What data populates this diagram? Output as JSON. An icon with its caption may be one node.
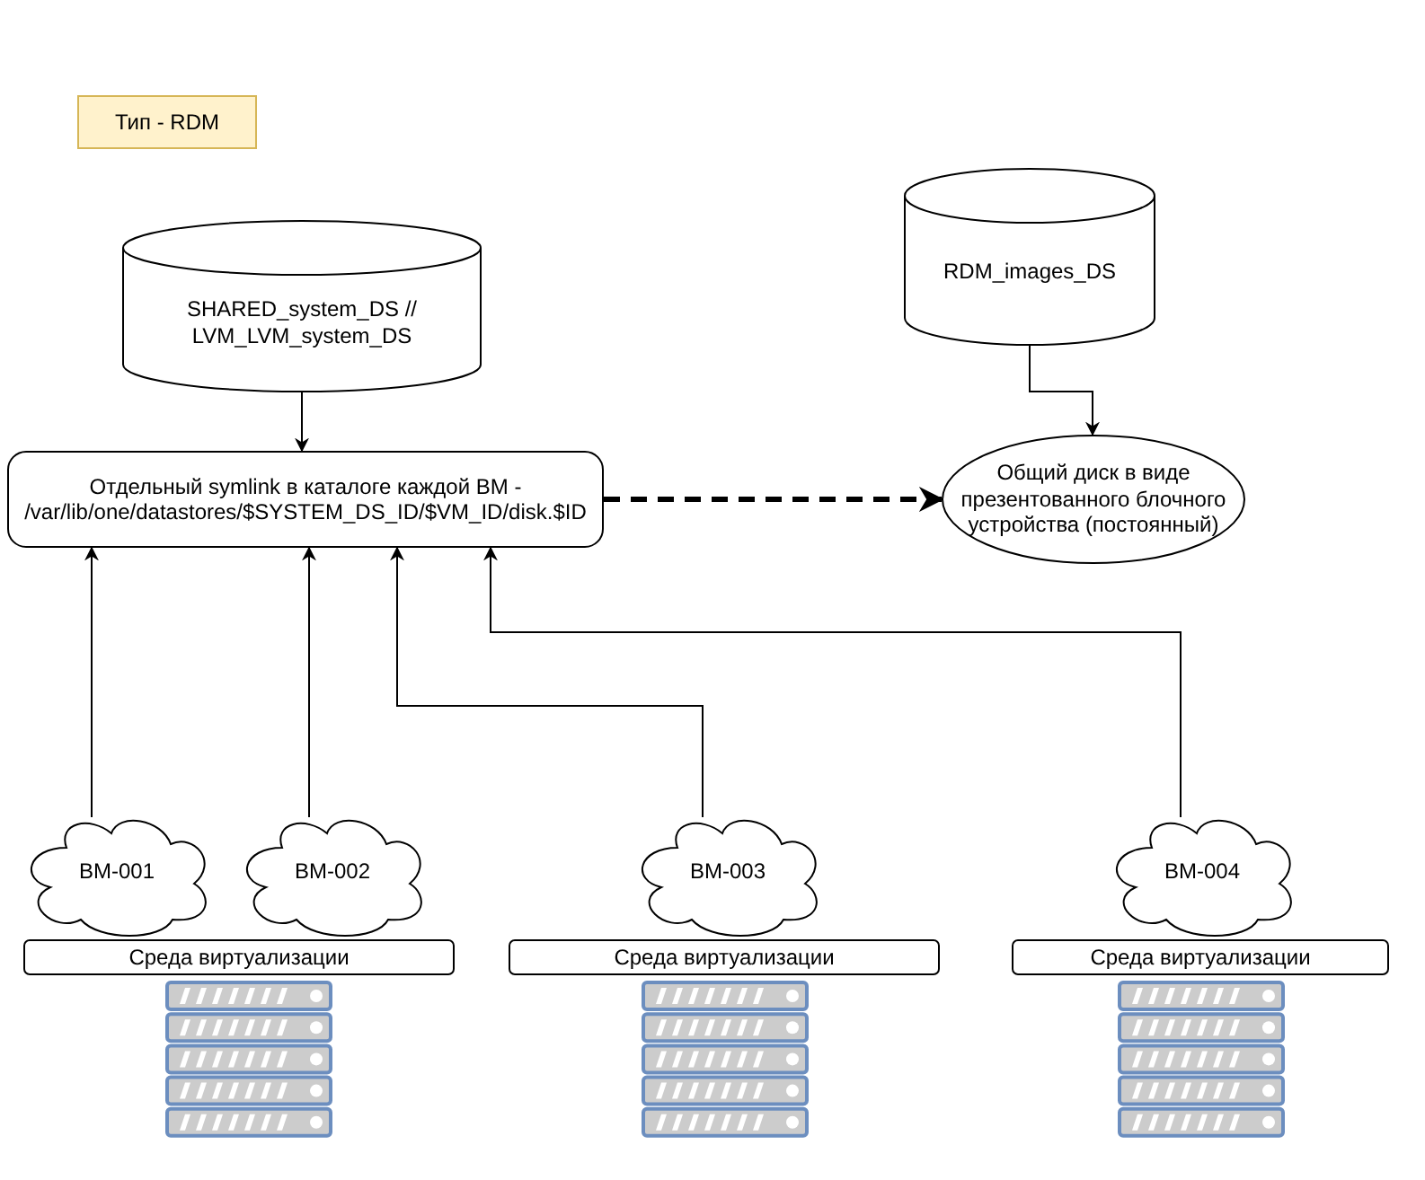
{
  "diagram": {
    "nodes": [
      {
        "text": [
          "Тип - RDM"
        ]
      },
      {
        "text": [
          "SHARED_system_DS // LVM_LVM_system_DS"
        ]
      },
      {
        "text": [
          "RDM_images_DS"
        ]
      },
      {
        "text": [
          "Отдельный symlink в каталоге каждой ВМ - /var/lib/one/datastores/$SYSTEM_DS_ID/$VM_ID/disk.$ID"
        ]
      },
      {
        "text": [
          "Общий диск в виде презентованного блочного устройства (постоянный)"
        ]
      },
      {
        "text": [
          "ВМ-001"
        ]
      },
      {
        "text": [
          "ВМ-002"
        ]
      },
      {
        "text": [
          "ВМ-003"
        ]
      },
      {
        "text": [
          "ВМ-004"
        ]
      },
      {
        "text": [
          "Среда виртуализации"
        ]
      },
      {
        "text": [
          "Среда виртуализации"
        ]
      },
      {
        "text": [
          "Среда виртуализации"
        ]
      }
    ],
    "edges": [
      {
        "from": 1,
        "to": 3,
        "arrow": "to"
      },
      {
        "from": 2,
        "to": 4,
        "arrow": "to"
      },
      {
        "from": 3,
        "to": 4,
        "arrow": "to",
        "style": "dashed"
      },
      {
        "from": 5,
        "to": 3,
        "arrow": "to"
      },
      {
        "from": 6,
        "to": 3,
        "arrow": "to"
      },
      {
        "from": 7,
        "to": 3,
        "arrow": "to"
      },
      {
        "from": 8,
        "to": 3,
        "arrow": "to"
      }
    ]
  }
}
